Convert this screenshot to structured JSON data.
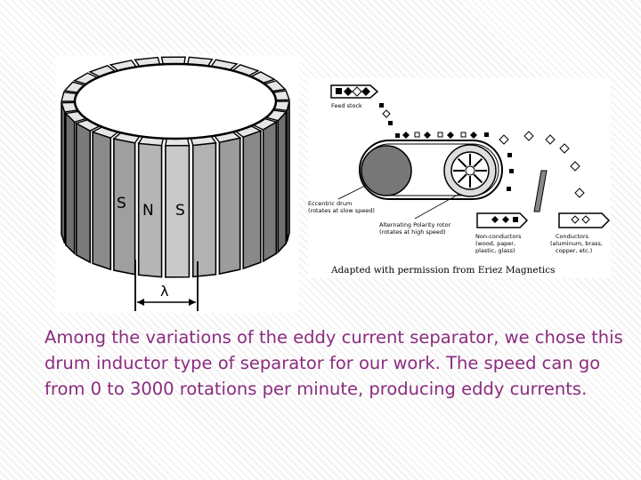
{
  "drum": {
    "pole_labels": [
      "S",
      "N",
      "S"
    ],
    "wavelength_label": "λ"
  },
  "separator": {
    "labels": {
      "feed_stock": "Feed stock",
      "eccentric_drum": "Eccentric drum",
      "eccentric_drum_sub": "(rotates at slow speed)",
      "alternating_rotor": "Alternating Polarity rotor",
      "alternating_rotor_sub": "(rotates at high speed)",
      "non_conductors": "Non-conductors",
      "non_conductors_sub": "(wood, paper,",
      "non_conductors_sub2": "plastic, glass)",
      "conductors": "Conductors",
      "conductors_sub": "(aluminum, brass,",
      "conductors_sub2": "copper, etc.)"
    },
    "credit": "Adapted with permission from Eriez Magnetics"
  },
  "caption": {
    "text": "Among the variations of the eddy current separator, we chose this drum inductor type of separator for our work. The speed can go from 0 to 3000 rotations per minute, producing eddy currents."
  },
  "colors": {
    "caption": "#8b2c7f"
  }
}
